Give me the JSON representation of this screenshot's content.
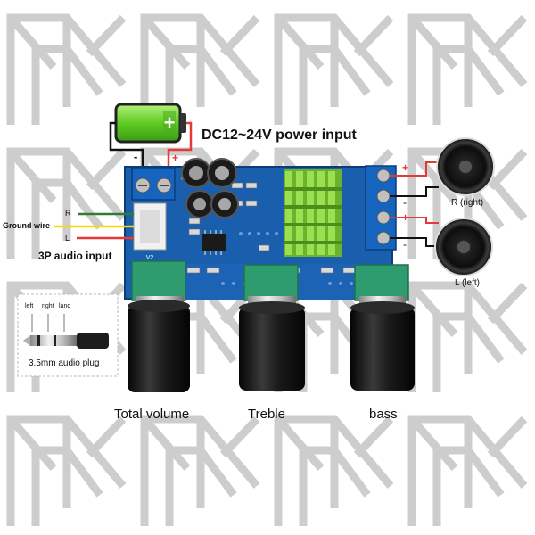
{
  "labels": {
    "power_input": "DC12~24V power input",
    "ground_wire": "Ground wire",
    "wire_r": "R",
    "wire_l": "L",
    "audio_input": "3P audio input",
    "plug_left": "left",
    "plug_right": "right",
    "plug_land": "land",
    "plug_caption": "3.5mm audio plug",
    "speaker_right": "R  (right)",
    "speaker_left": "L   (left)",
    "knob_volume": "Total volume",
    "knob_treble": "Treble",
    "knob_bass": "bass",
    "silk_v2": "V2",
    "plus": "+",
    "minus": "-"
  },
  "colors": {
    "pcb": "#1a5fae",
    "heatsink": "#7cc33d",
    "terminal": "#1565c0",
    "pot": "#2e9c6e",
    "knob": "#161616",
    "wire_red": "#e53935",
    "wire_yellow": "#f5d90a",
    "wire_green": "#2e7d32",
    "battery": "#6fd12e",
    "watermark": "#c8c8c8"
  },
  "icons": [
    "battery-icon",
    "speaker-icon",
    "audio-plug-icon",
    "knob-icon",
    "heatsink-icon"
  ]
}
